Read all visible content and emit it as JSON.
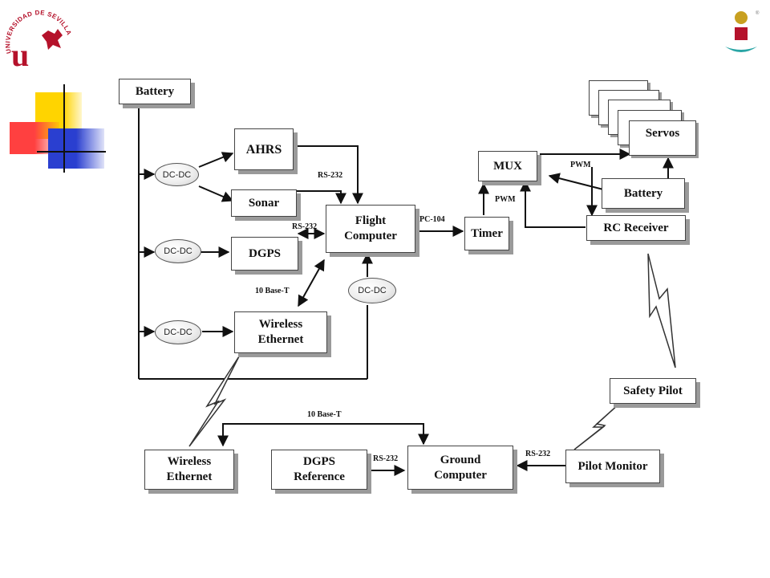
{
  "logo_left": {
    "text": "UNIVERSIDAD DE SEVILLA",
    "mark": "u",
    "icon": "university-seal-icon"
  },
  "logo_right": {
    "icon": "institution-emblem-icon"
  },
  "decoration": {
    "icon": "color-squares-decoration",
    "colors": [
      "#ffd400",
      "#ff4040",
      "#2a3fd0"
    ]
  },
  "blocks": {
    "battery_main": "Battery",
    "ahrs": "AHRS",
    "sonar": "Sonar",
    "dgps": "DGPS",
    "wireless_onboard": [
      "Wireless",
      "Ethernet"
    ],
    "flight_computer": [
      "Flight",
      "Computer"
    ],
    "timer": "Timer",
    "mux": "MUX",
    "servos": "Servos",
    "battery_rc": "Battery",
    "rc_receiver": "RC Receiver",
    "safety_pilot": "Safety Pilot",
    "wireless_ground": [
      "Wireless",
      "Ethernet"
    ],
    "dgps_reference": [
      "DGPS",
      "Reference"
    ],
    "ground_computer": [
      "Ground",
      "Computer"
    ],
    "pilot_monitor": "Pilot Monitor"
  },
  "converters": [
    "DC-DC",
    "DC-DC",
    "DC-DC",
    "DC-DC"
  ],
  "labels": {
    "rs232_ahrs": "RS-232",
    "rs232_dgps": "RS-232",
    "pc104": "PC-104",
    "pwm_mux": "PWM",
    "pwm_timer": "PWM",
    "base_t_onboard": "10 Base-T",
    "base_t_ground": "10 Base-T",
    "rs232_dgps_ref": "RS-232",
    "rs232_pilot": "RS-232"
  },
  "colors": {
    "line": "#111111",
    "shadow": "#9a9a9a",
    "brand": "#b5122b"
  }
}
